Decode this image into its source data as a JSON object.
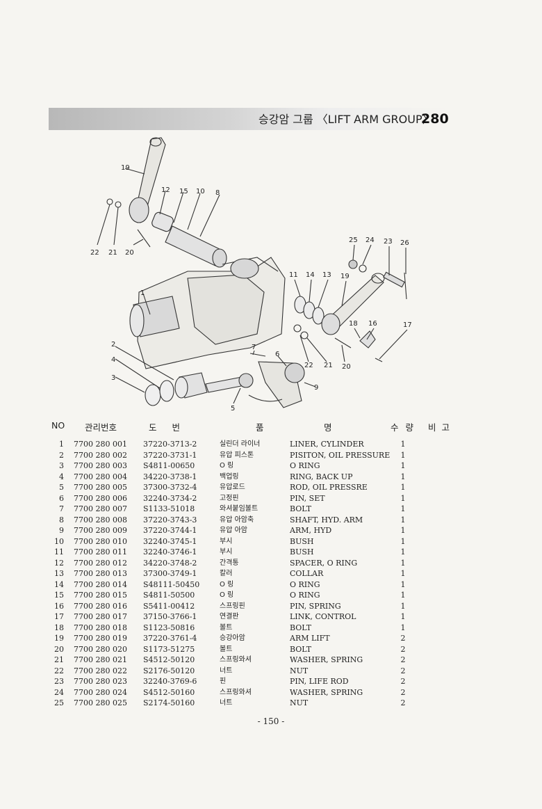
{
  "header": {
    "title": "승강암 그룹 〈LIFT ARM GROUP〉",
    "page": "280"
  },
  "diagram": {
    "callouts": [
      "19",
      "12",
      "15",
      "10",
      "8",
      "22",
      "21",
      "20",
      "25",
      "24",
      "23",
      "26",
      "11",
      "14",
      "13",
      "19",
      "18",
      "16",
      "17",
      "1",
      "2",
      "4",
      "3",
      "7",
      "6",
      "9",
      "22",
      "21",
      "20",
      "5"
    ]
  },
  "table": {
    "headers": {
      "no": "NO",
      "mgmt": "관리번호",
      "dwg": "도 번",
      "name_kr": "품",
      "name_en": "명",
      "qty": "수 량",
      "remark": "비 고"
    },
    "rows": [
      {
        "no": "1",
        "mgmt": "7700 280 001",
        "dwg": "37220-3713-2",
        "kr": "실린더 라이너",
        "en": "LINER, CYLINDER",
        "qty": "1"
      },
      {
        "no": "2",
        "mgmt": "7700 280 002",
        "dwg": "37220-3731-1",
        "kr": "유압 피스톤",
        "en": "PISITON, OIL PRESSURE",
        "qty": "1"
      },
      {
        "no": "3",
        "mgmt": "7700 280 003",
        "dwg": "S4811-00650",
        "kr": "O 링",
        "en": "O RING",
        "qty": "1"
      },
      {
        "no": "4",
        "mgmt": "7700 280 004",
        "dwg": "34220-3738-1",
        "kr": "백업링",
        "en": "RING, BACK UP",
        "qty": "1"
      },
      {
        "no": "5",
        "mgmt": "7700 280 005",
        "dwg": "37300-3732-4",
        "kr": "유압로드",
        "en": "ROD, OIL PRESSRE",
        "qty": "1"
      },
      {
        "no": "6",
        "mgmt": "7700 280 006",
        "dwg": "32240-3734-2",
        "kr": "고정핀",
        "en": "PIN, SET",
        "qty": "1"
      },
      {
        "no": "7",
        "mgmt": "7700 280 007",
        "dwg": "S1133-51018",
        "kr": "와셔붙임볼트",
        "en": "BOLT",
        "qty": "1"
      },
      {
        "no": "8",
        "mgmt": "7700 280 008",
        "dwg": "37220-3743-3",
        "kr": "유압 아암축",
        "en": "SHAFT, HYD. ARM",
        "qty": "1"
      },
      {
        "no": "9",
        "mgmt": "7700 280 009",
        "dwg": "37220-3744-1",
        "kr": "유압 아암",
        "en": "ARM, HYD",
        "qty": "1"
      },
      {
        "no": "10",
        "mgmt": "7700 280 010",
        "dwg": "32240-3745-1",
        "kr": "부시",
        "en": "BUSH",
        "qty": "1"
      },
      {
        "no": "11",
        "mgmt": "7700 280 011",
        "dwg": "32240-3746-1",
        "kr": "부시",
        "en": "BUSH",
        "qty": "1"
      },
      {
        "no": "12",
        "mgmt": "7700 280 012",
        "dwg": "34220-3748-2",
        "kr": "간격통",
        "en": "SPACER, O RING",
        "qty": "1"
      },
      {
        "no": "13",
        "mgmt": "7700 280 013",
        "dwg": "37300-3749-1",
        "kr": "칼러",
        "en": "COLLAR",
        "qty": "1"
      },
      {
        "no": "14",
        "mgmt": "7700 280 014",
        "dwg": "S48111-50450",
        "kr": "O 링",
        "en": "O RING",
        "qty": "1"
      },
      {
        "no": "15",
        "mgmt": "7700 280 015",
        "dwg": "S4811-50500",
        "kr": "O 링",
        "en": "O RING",
        "qty": "1"
      },
      {
        "no": "16",
        "mgmt": "7700 280 016",
        "dwg": "S5411-00412",
        "kr": "스프링핀",
        "en": "PIN, SPRING",
        "qty": "1"
      },
      {
        "no": "17",
        "mgmt": "7700 280 017",
        "dwg": "37150-3766-1",
        "kr": "연결판",
        "en": "LINK, CONTROL",
        "qty": "1"
      },
      {
        "no": "18",
        "mgmt": "7700 280 018",
        "dwg": "S1123-50816",
        "kr": "볼트",
        "en": "BOLT",
        "qty": "1"
      },
      {
        "no": "19",
        "mgmt": "7700 280 019",
        "dwg": "37220-3761-4",
        "kr": "승강아암",
        "en": "ARM LIFT",
        "qty": "2"
      },
      {
        "no": "20",
        "mgmt": "7700 280 020",
        "dwg": "S1173-51275",
        "kr": "볼트",
        "en": "BOLT",
        "qty": "2"
      },
      {
        "no": "21",
        "mgmt": "7700 280 021",
        "dwg": "S4512-50120",
        "kr": "스프링와셔",
        "en": "WASHER, SPRING",
        "qty": "2"
      },
      {
        "no": "22",
        "mgmt": "7700 280 022",
        "dwg": "S2176-50120",
        "kr": "너트",
        "en": "NUT",
        "qty": "2"
      },
      {
        "no": "23",
        "mgmt": "7700 280 023",
        "dwg": "32240-3769-6",
        "kr": "핀",
        "en": "PIN, LIFE ROD",
        "qty": "2"
      },
      {
        "no": "24",
        "mgmt": "7700 280 024",
        "dwg": "S4512-50160",
        "kr": "스프링와셔",
        "en": "WASHER, SPRING",
        "qty": "2"
      },
      {
        "no": "25",
        "mgmt": "7700 280 025",
        "dwg": "S2174-50160",
        "kr": "너트",
        "en": "NUT",
        "qty": "2"
      }
    ]
  },
  "footer": {
    "page_number": "- 150 -"
  }
}
